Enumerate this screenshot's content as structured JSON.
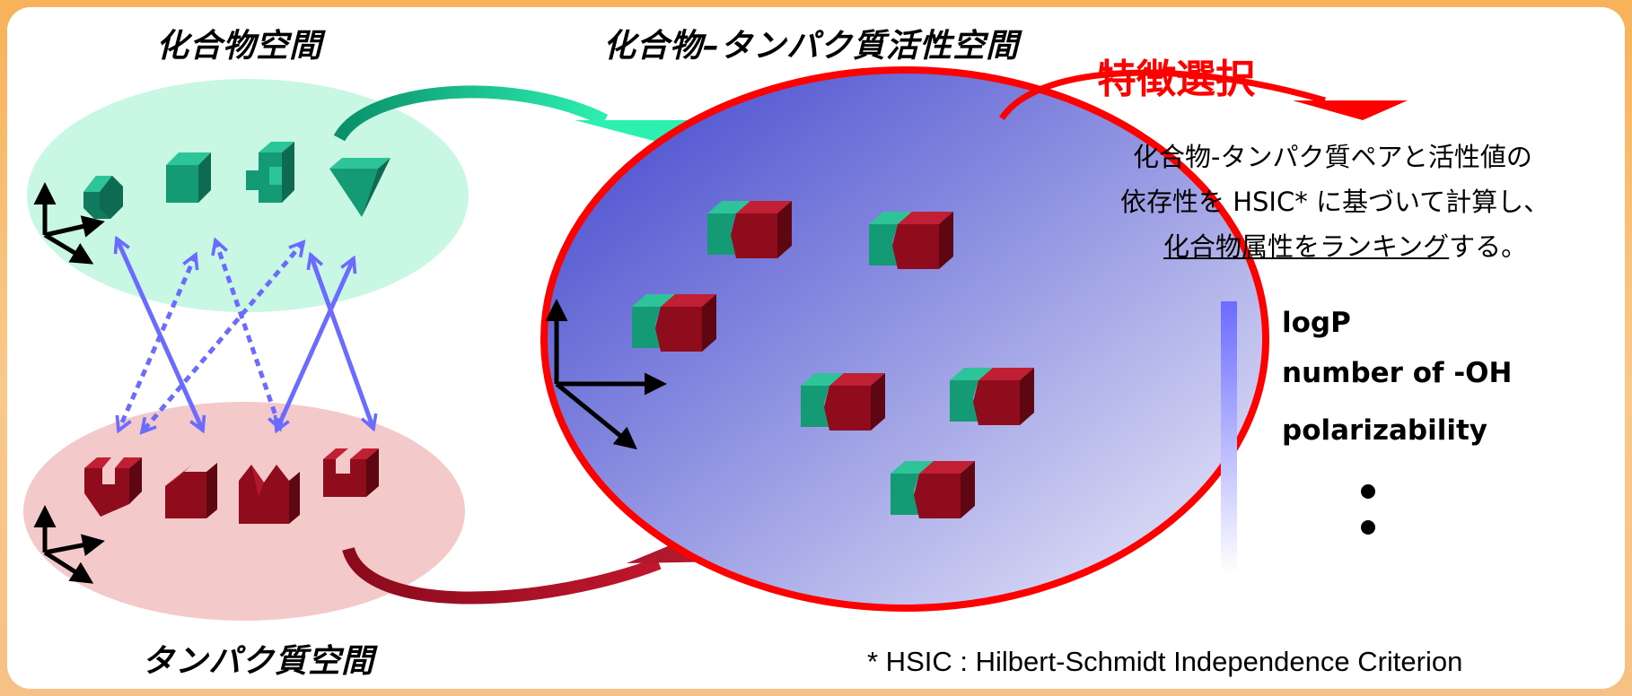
{
  "titles": {
    "compound_space": "化合物空間",
    "joint_space": "化合物–タンパク質活性空間",
    "protein_space": "タンパク質空間",
    "feature_selection": "特徴選択"
  },
  "description": {
    "line1": "化合物-タンパク質ペアと活性値の",
    "line2": "依存性を HSIC* に基づいて計算し、",
    "line3_underlined": "化合物属性をランキング",
    "line3_rest": "する。"
  },
  "features": [
    "logP",
    "number of -OH",
    "polarizability"
  ],
  "footnote": "* HSIC : Hilbert-Schmidt Independence Criterion",
  "colors": {
    "compound_green": "#1a9e7b",
    "protein_red": "#9a0f1f",
    "compound_space_fill": "#c8f7e4",
    "protein_space_fill": "#f4c9c9",
    "joint_space_border": "#ff0000",
    "joint_space_gradient": [
      "#3f44cc",
      "#8c8fe0",
      "#eeeefa"
    ],
    "arrow_blue": "#6b6bff",
    "ranking_bar": "#6b6bff",
    "feature_selection": "#ff0000"
  }
}
